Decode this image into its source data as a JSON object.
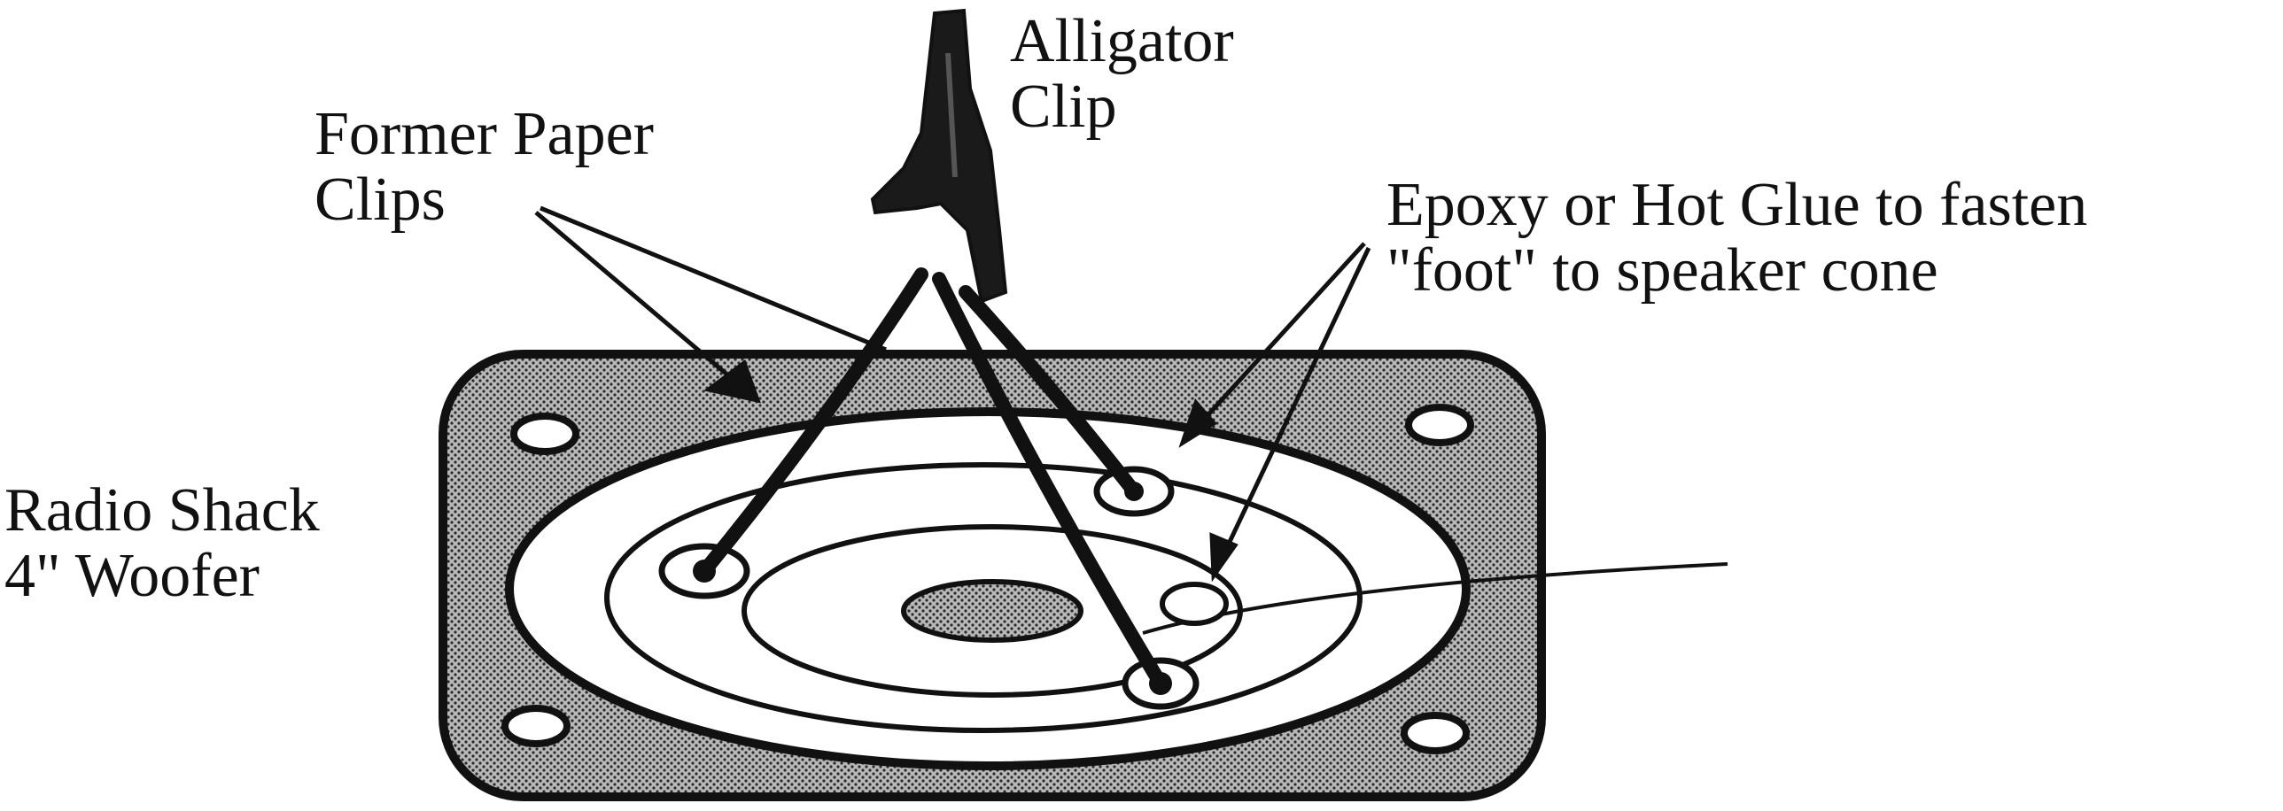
{
  "labels": {
    "alligator_clip": [
      "Alligator",
      "Clip"
    ],
    "former_paper_clips": [
      "Former Paper",
      "Clips"
    ],
    "epoxy_glue": [
      "Epoxy or Hot Glue to fasten",
      "\"foot\" to speaker cone"
    ],
    "woofer": [
      "Radio Shack",
      "4\" Woofer"
    ]
  },
  "colors": {
    "ink": "#111111",
    "frame_fill": "#9a9a9a",
    "paper": "#ffffff"
  }
}
